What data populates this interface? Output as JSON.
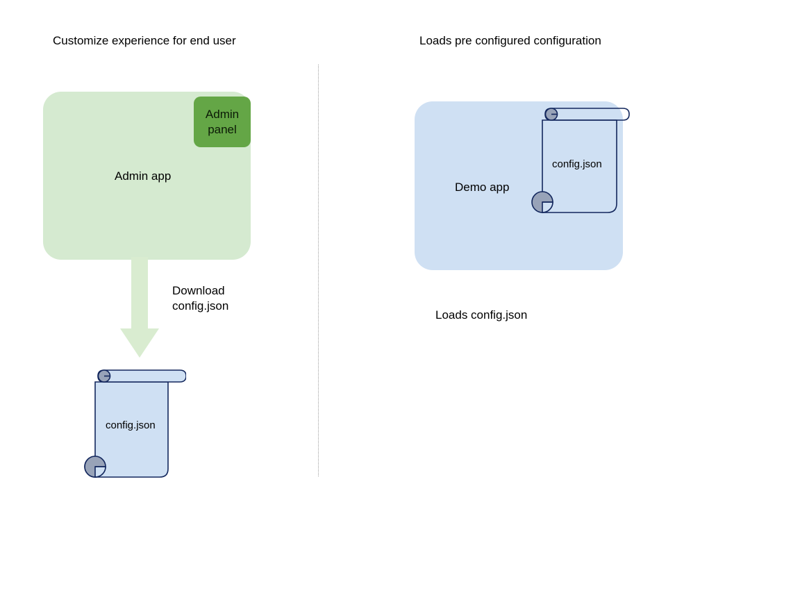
{
  "diagram": {
    "title": "Admin app / Demo app configuration flow",
    "columns": [
      {
        "header": "Customize experience for end user",
        "app_label": "Admin app",
        "panel_label": "Admin\npanel",
        "arrow_caption": "Download\nconfig.json",
        "file_label": "config.json"
      },
      {
        "header": "Loads pre configured configuration",
        "app_label": "Demo app",
        "file_label": "config.json",
        "caption": "Loads config.json"
      }
    ],
    "divider": {
      "style": "dotted",
      "orientation": "vertical"
    },
    "colors": {
      "admin_app_fill": "#d5ead0",
      "admin_panel_fill": "#64a646",
      "demo_app_fill": "#cfe0f3",
      "scroll_fill": "#cfe0f3",
      "scroll_stroke": "#12265c",
      "scroll_curl_fill": "#98a3b8",
      "arrow_fill": "#d9ecd0",
      "divider_color": "#9e9e9e",
      "text_color": "#000000",
      "background": "#ffffff"
    },
    "icons": {
      "arrow": "down-arrow-icon",
      "document": "scroll-document-icon"
    }
  }
}
